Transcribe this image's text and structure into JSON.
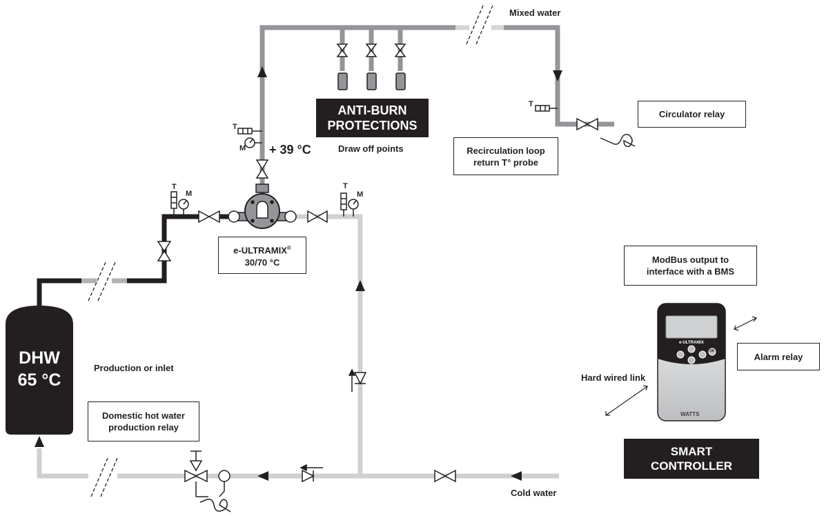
{
  "tank": {
    "line1": "DHW",
    "line2": "65 °C"
  },
  "labels": {
    "mixed_water": "Mixed water",
    "draw_off_points": "Draw off points",
    "temp_setpoint": "+ 39 °C",
    "production_inlet": "Production or inlet",
    "cold_water": "Cold water",
    "hard_wired_link": "Hard wired link"
  },
  "instrument_letters": {
    "thermometer": "T",
    "manometer": "M"
  },
  "anti_burn": {
    "line1": "ANTI-BURN",
    "line2": "PROTECTIONS"
  },
  "valve_unit": {
    "name": "e-ULTRAMIX",
    "reg": "®",
    "range": "30/70 °C"
  },
  "boxes": {
    "circulator_relay": "Circulator relay",
    "recirculation_probe_l1": "Recirculation loop",
    "recirculation_probe_l2": "return T° probe",
    "dhw_relay_l1": "Domestic hot water",
    "dhw_relay_l2": "production relay",
    "modbus_l1": "ModBus output to",
    "modbus_l2": "interface with a BMS",
    "alarm_relay": "Alarm relay"
  },
  "controller": {
    "screen_brand": "e-ULTRAMIX",
    "ok_label": "OK",
    "maker": "WATTS",
    "label_l1": "SMART",
    "label_l2": "CONTROLLER"
  },
  "colors": {
    "hot_pipe": "#231f20",
    "mixed_pipe": "#939598",
    "cold_pipe": "#cfd0d2",
    "dark_fill": "#231f20"
  }
}
